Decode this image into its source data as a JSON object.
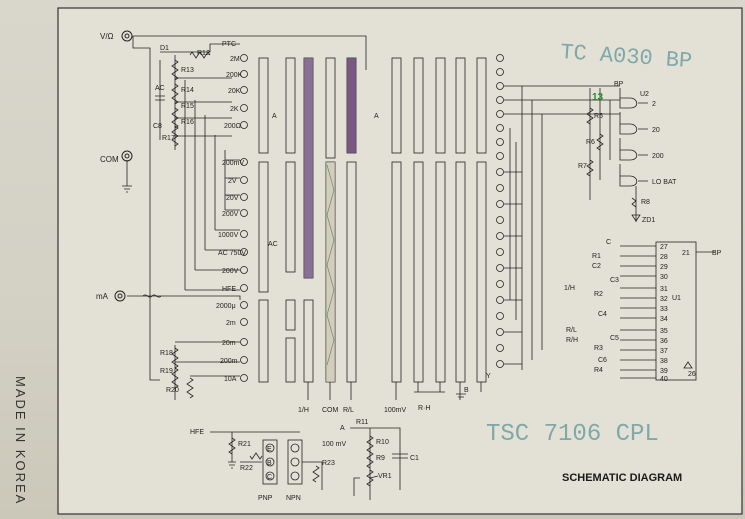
{
  "title": "SCHEMATIC DIAGRAM",
  "side_text": "MADE IN KOREA",
  "handwritten": {
    "top": "TC A030 BP",
    "bottom": "TSC 7106 CPL",
    "green_mark": "13"
  },
  "inputs": {
    "vohm": "V/Ω",
    "com": "COM",
    "ma": "mA"
  },
  "resistor_labels_left": [
    "R12",
    "R13",
    "R14",
    "R15",
    "R16",
    "R17",
    "R18",
    "R19",
    "R20",
    "D1",
    "C8",
    "AC",
    "PTC"
  ],
  "range_labels": [
    "2M",
    "200K",
    "20K",
    "2K",
    "200Ω",
    "200mV",
    "2V",
    "20V",
    "200V",
    "1000V",
    "AC 750V",
    "200V",
    "HFE",
    "2000μ",
    "2m",
    "20m",
    "200m",
    "10A"
  ],
  "switch_labels": [
    "A",
    "A",
    "AC",
    "1/H",
    "COM",
    "R/L",
    "100mV",
    "R·H",
    "B",
    "Y"
  ],
  "logic": {
    "bp": "BP",
    "u2": "U2",
    "r5": "R5",
    "r6": "R6",
    "r7": "R7",
    "r8": "R8",
    "zd1": "ZD1",
    "out": [
      "2",
      "20",
      "200",
      "LO BAT"
    ]
  },
  "ic": {
    "name": "U1",
    "pins_left": [
      "27",
      "28",
      "29",
      "30",
      "31",
      "32",
      "33",
      "34",
      "35",
      "36",
      "37",
      "38",
      "39",
      "40"
    ],
    "pin_right": "21",
    "pin_right_label": "BP",
    "pin_bottom": "26",
    "left_labels": [
      "C",
      "R1",
      "C2",
      "C3",
      "1/H",
      "R2",
      "C4",
      "R/L",
      "R/H",
      "C5",
      "R3",
      "C6",
      "R4"
    ]
  },
  "bottom": {
    "hfe": "HFE",
    "r21": "R21",
    "r22": "R22",
    "r23": "R23",
    "pnp": "PNP",
    "npn": "NPN",
    "a": "A",
    "r11": "R11",
    "mv": "100 mV",
    "r10": "R10",
    "r9": "R9",
    "vr1": "VR1",
    "c1": "C1",
    "transistor_pins": [
      "E",
      "B",
      "C"
    ]
  }
}
